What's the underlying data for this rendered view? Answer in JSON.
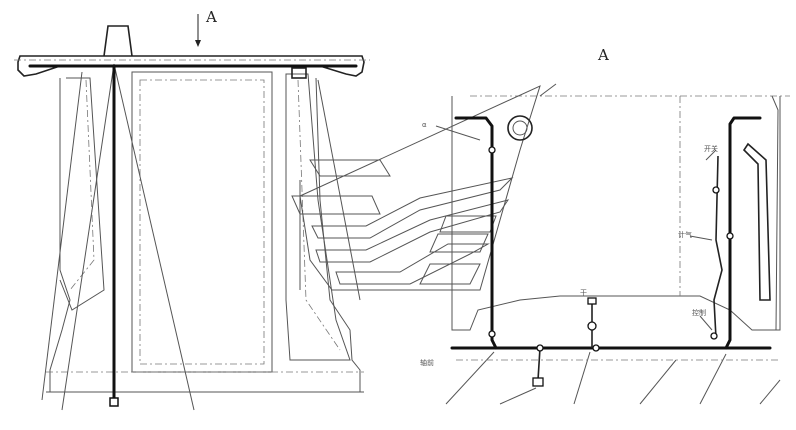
{
  "view_arrow_label": "A",
  "section_view_label": "A",
  "callouts": {
    "upper_left": "α",
    "right_upper": "开关",
    "right_middle": "计气",
    "right_lower": "控制",
    "bottom_left": "轴前",
    "top_mid": "干"
  }
}
